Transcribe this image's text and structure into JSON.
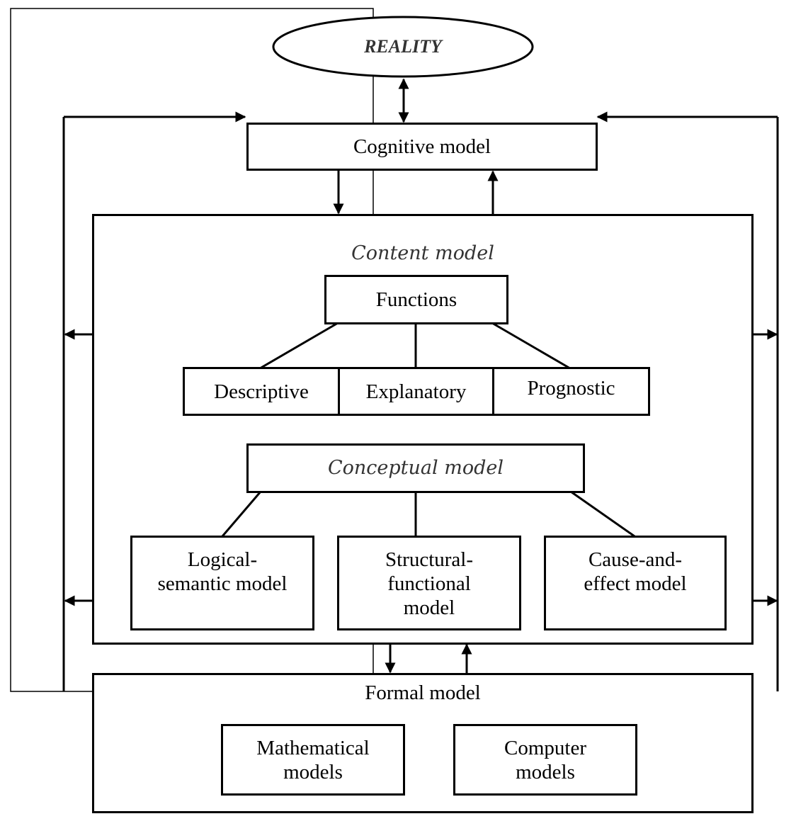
{
  "reality": "REALITY",
  "cognitive_model": "Cognitive model",
  "content_model": {
    "title": "Content model",
    "functions": {
      "title": "Functions",
      "items": [
        "Descriptive",
        "Explanatory",
        "Prognostic"
      ]
    },
    "conceptual_model": {
      "title": "Conceptual model",
      "items": [
        "Logical-\nsemantic model",
        "Structural-\nfunctional\nmodel",
        "Cause-and-\neffect model"
      ]
    }
  },
  "formal_model": {
    "title": "Formal model",
    "items": [
      "Mathematical\nmodels",
      "Computer\nmodels"
    ]
  }
}
